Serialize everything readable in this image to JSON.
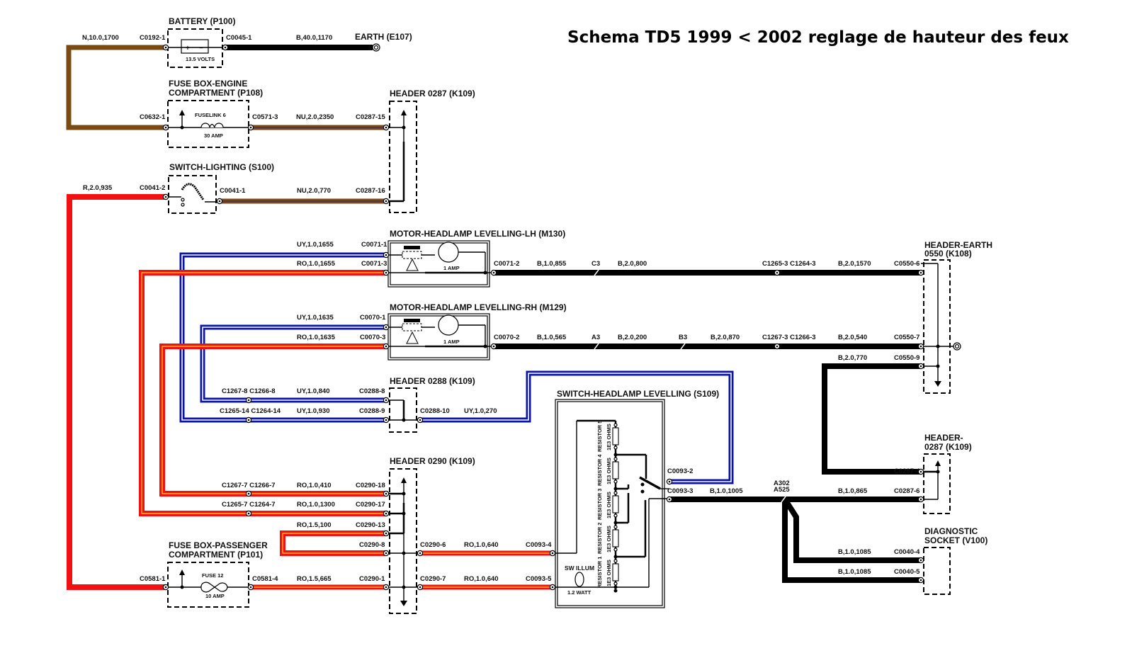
{
  "title": "Schema TD5 1999 < 2002 reglage de hauteur des feux",
  "colors": {
    "brown": "#7a4a10",
    "red": "#f21010",
    "red_stripe": "#f5d22a",
    "blue": "#0a14a8",
    "black": "#000000",
    "nu_stripe": "#3a2a7a"
  },
  "components": {
    "battery": {
      "name": "BATTERY (P100)",
      "rating": "13.5 VOLTS"
    },
    "earth_e107": {
      "name": "EARTH (E107)"
    },
    "fuse_engine": {
      "name_line1": "FUSE BOX-ENGINE",
      "name_line2": "COMPARTMENT (P108)",
      "fuse": "FUSELINK 6",
      "rating": "30 AMP"
    },
    "header_0287_top": {
      "name": "HEADER 0287 (K109)"
    },
    "switch_lighting": {
      "name": "SWITCH-LIGHTING (S100)"
    },
    "motor_lh": {
      "name": "MOTOR-HEADLAMP LEVELLING-LH (M130)",
      "rating": "1 AMP"
    },
    "motor_rh": {
      "name": "MOTOR-HEADLAMP LEVELLING-RH (M129)",
      "rating": "1 AMP"
    },
    "header_earth": {
      "name_line1": "HEADER-EARTH",
      "name_line2": "0550 (K108)"
    },
    "header_0288": {
      "name": "HEADER 0288 (K109)"
    },
    "header_0290": {
      "name": "HEADER 0290 (K109)"
    },
    "switch_levelling": {
      "name": "SWITCH-HEADLAMP LEVELLING (S109)",
      "resistors": [
        {
          "name": "RESISTOR 5",
          "value": "1E3 OHMS"
        },
        {
          "name": "RESISTOR 4",
          "value": "1E3 OHMS"
        },
        {
          "name": "RESISTOR 3",
          "value": "1E3 OHMS"
        },
        {
          "name": "RESISTOR 2",
          "value": "1E3 OHMS"
        },
        {
          "name": "RESISTOR 1",
          "value": "1E3 OHMS"
        }
      ],
      "illum_label": "SW ILLUM",
      "illum_rating": "1.2 WATT"
    },
    "fuse_passenger": {
      "name_line1": "FUSE BOX-PASSENGER",
      "name_line2": "COMPARTMENT (P101)",
      "fuse": "FUSE 12",
      "rating": "10 AMP"
    },
    "header_0287_right": {
      "name_line1": "HEADER-",
      "name_line2": "0287 (K109)"
    },
    "diagnostic_socket": {
      "name_line1": "DIAGNOSTIC",
      "name_line2": "SOCKET (V100)"
    }
  },
  "wires": {
    "w_n_10": "N,10.0,1700",
    "w_b_40": "B,40.0,1170",
    "w_nu_2350": "NU,2.0,2350",
    "w_r_935": "R,2.0,935",
    "w_nu_770": "NU,2.0,770",
    "w_uy_1655": "UY,1.0,1655",
    "w_ro_1655": "RO,1.0,1655",
    "w_b_855": "B,1.0,855",
    "w_b_800": "B,2.0,800",
    "w_b_1570": "B,2.0,1570",
    "w_uy_1635": "UY,1.0,1635",
    "w_ro_1635": "RO,1.0,1635",
    "w_b_565": "B,1.0,565",
    "w_b_200": "B,2.0,200",
    "w_b_870": "B,2.0,870",
    "w_b_540": "B,2.0,540",
    "w_b_770": "B,2.0,770",
    "w_uy_840": "UY,1.0,840",
    "w_uy_930": "UY,1.0,930",
    "w_uy_270": "UY,1.0,270",
    "w_ro_410": "RO,1.0,410",
    "w_ro_1300": "RO,1.0,1300",
    "w_ro_100": "RO,1.5,100",
    "w_ro_640a": "RO,1.0,640",
    "w_ro_665": "RO,1.5,665",
    "w_ro_640b": "RO,1.0,640",
    "w_b_1005": "B,1.0,1005",
    "w_b_865": "B,1.0,865",
    "w_b_1085a": "B,1.0,1085",
    "w_b_1085b": "B,1.0,1085"
  },
  "connectors": {
    "c0192_1": "C0192-1",
    "c0045_1": "C0045-1",
    "c0632_1": "C0632-1",
    "c0571_3": "C0571-3",
    "c0287_15": "C0287-15",
    "c0041_2": "C0041-2",
    "c0041_1": "C0041-1",
    "c0287_16": "C0287-16",
    "c0071_1": "C0071-1",
    "c0071_3": "C0071-3",
    "c0071_2": "C0071-2",
    "c3": "C3",
    "c1265_3": "C1265-3 C1264-3",
    "c0550_6": "C0550-6",
    "c0070_1": "C0070-1",
    "c0070_3": "C0070-3",
    "c0070_2": "C0070-2",
    "a3": "A3",
    "b3": "B3",
    "c1267_3": "C1267-3 C1266-3",
    "c0550_7": "C0550-7",
    "c0550_9": "C0550-9",
    "c1267_8": "C1267-8 C1266-8",
    "c0288_8": "C0288-8",
    "c1265_14": "C1265-14 C1264-14",
    "c0288_9": "C0288-9",
    "c0288_10": "C0288-10",
    "c1267_7": "C1267-7 C1266-7",
    "c0290_18": "C0290-18",
    "c1265_7": "C1265-7 C1264-7",
    "c0290_17": "C0290-17",
    "c0290_13": "C0290-13",
    "c0290_8": "C0290-8",
    "c0290_6": "C0290-6",
    "c0093_4": "C0093-4",
    "c0581_1": "C0581-1",
    "c0581_4": "C0581-4",
    "c0290_1": "C0290-1",
    "c0290_7": "C0290-7",
    "c0093_5": "C0093-5",
    "c0093_2": "C0093-2",
    "c0093_3": "C0093-3",
    "a302": "A302",
    "a525": "A525",
    "c0287_4": "C0287-4",
    "c0287_6": "C0287-6",
    "c0040_4": "C0040-4",
    "c0040_5": "C0040-5"
  }
}
